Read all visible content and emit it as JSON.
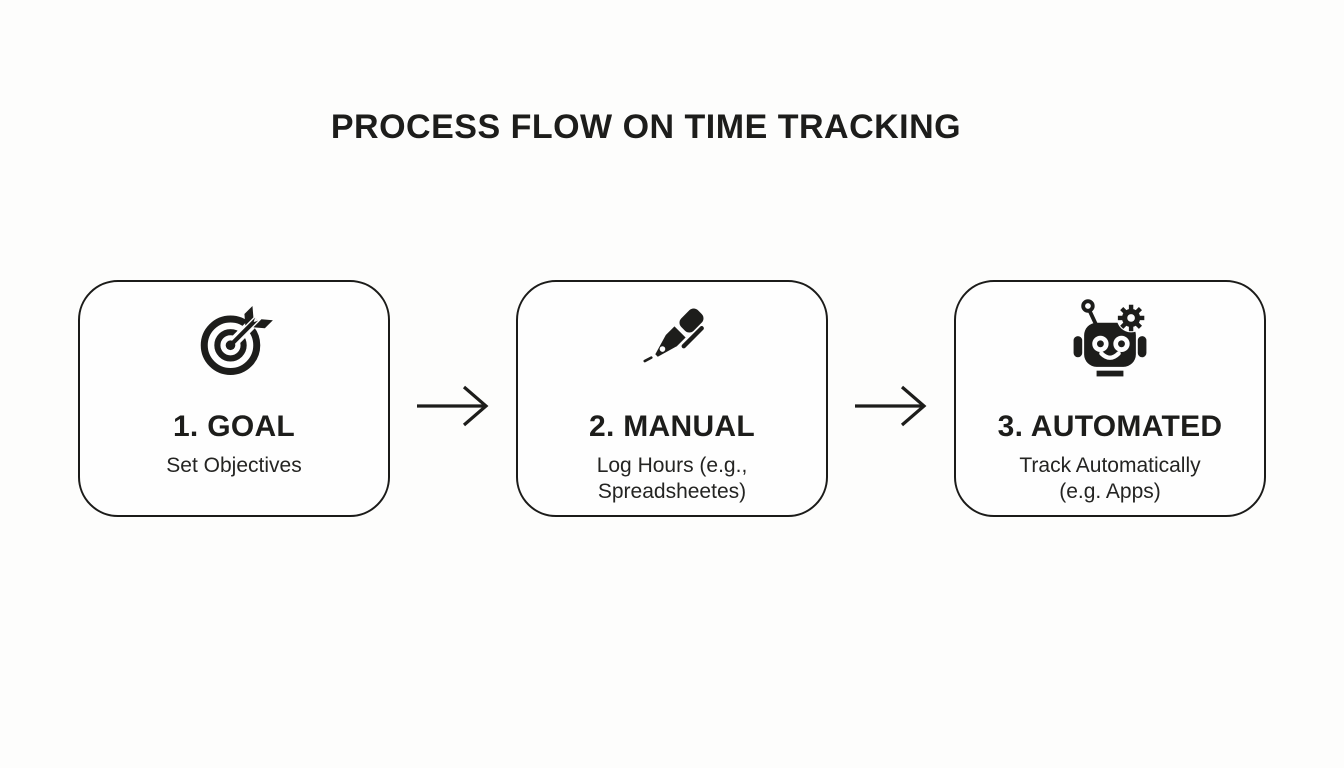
{
  "title": "PROCESS FLOW ON TIME TRACKING",
  "colors": {
    "ink": "#1d1d1b",
    "background": "#fdfdfc",
    "card_background": "#fefefe",
    "card_border": "#1b1b19"
  },
  "steps": [
    {
      "icon": "target-icon",
      "heading": "1. GOAL",
      "subtitle": "Set Objectives"
    },
    {
      "icon": "pen-icon",
      "heading": "2. MANUAL",
      "subtitle": "Log Hours (e.g., Spreadsheetes)"
    },
    {
      "icon": "robot-icon",
      "heading": "3. AUTOMATED",
      "subtitle": "Track Automatically (e.g. Apps)"
    }
  ],
  "connectors": {
    "icon": "arrow-right-icon",
    "count": 2
  }
}
